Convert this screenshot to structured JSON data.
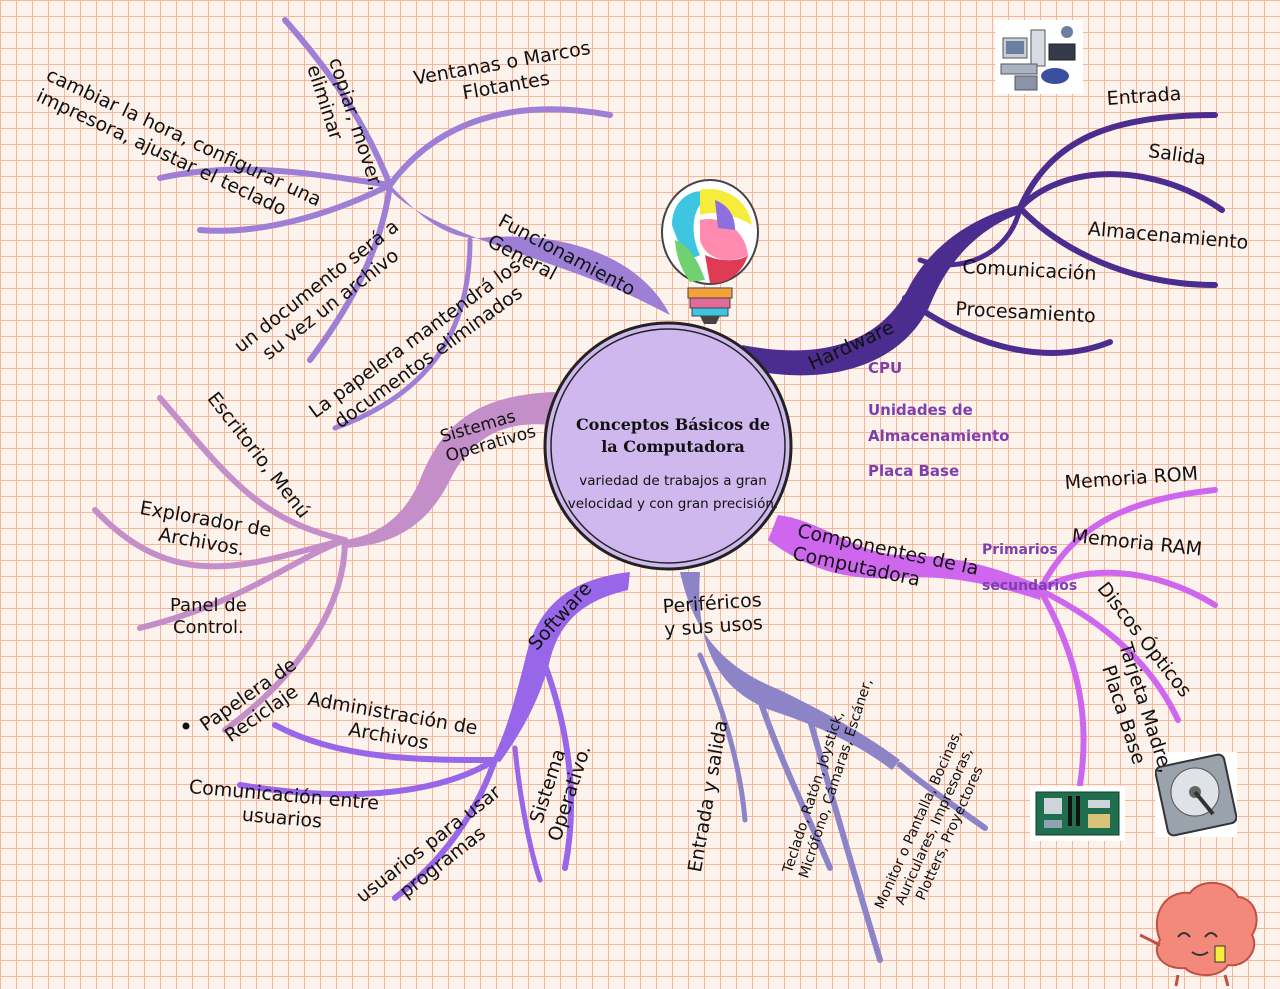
{
  "center": {
    "title": "Conceptos Básicos de\nla Computadora",
    "subtitle": "variedad de trabajos a gran\nvelocidad y con gran precisión."
  },
  "branches": {
    "funcionamiento": {
      "label": "Funcionamiento\nGeneral",
      "items": {
        "ventanas": "Ventanas o Marcos\nFlotantes",
        "copiar": "copiar, mover,\neliminar",
        "cambiar": "cambiar la hora, configurar una\nimpresora, ajustar el teclado",
        "documento": "un documento será a\nsu vez un archivo",
        "papelera": "La papelera mantendrá los\ndocumentos eliminados"
      }
    },
    "hardware": {
      "label": "Hardware",
      "items": {
        "entrada": "Entrada",
        "salida": "Salida",
        "almacenamiento": "Almacenamiento",
        "comunicacion": "Comunicación",
        "procesamiento": "Procesamiento"
      },
      "notes": {
        "cpu": "CPU",
        "unidades": "Unidades de\nAlmacenamiento",
        "placa": "Placa Base"
      }
    },
    "sistemas": {
      "label": "Sistemas\nOperativos",
      "items": {
        "escritorio": "Escritorio, Menú",
        "explorador": "Explorador de\nArchivos.",
        "panel": "Panel de\nControl.",
        "papelera_reciclaje": "Papelera de\nReciclaje"
      }
    },
    "componentes": {
      "label": "Componentes de la\nComputadora",
      "items": {
        "rom": "Memoria ROM",
        "ram": "Memoria RAM",
        "discos": "Discos Ópticos",
        "tarjeta": "Tarjeta Madre,\nPlaca Base"
      },
      "notes": {
        "primarios": "Primarios",
        "secundarios": "secundarios"
      }
    },
    "software": {
      "label": "Software",
      "items": {
        "administracion": "Administración de\nArchivos",
        "comunicacion": "Comunicación entre\nusuarios",
        "usuarios": "usuarios para usar\nprogramas",
        "sistema": "Sistema\nOperativo."
      }
    },
    "perifericos": {
      "label": "Periféricos\ny sus usos",
      "items": {
        "entrada_salida": "Entrada y salida",
        "teclado": "Teclado, Ratón, Joystick,\nMicrófono, Cámaras, Escáner,",
        "monitor": "Monitor o Pantalla, Bocinas,\nAuriculares, Impresoras,\nPlotters, Proyectores"
      }
    }
  },
  "colors": {
    "funcionamiento": "#9d7fd6",
    "hardware": "#4b2d8f",
    "sistemas": "#c48ec9",
    "componentes": "#cf66ee",
    "software": "#9866e8",
    "perifericos": "#8c84c6",
    "center_fill": "#cfb8ee",
    "note_text": "#7b3fb0"
  }
}
